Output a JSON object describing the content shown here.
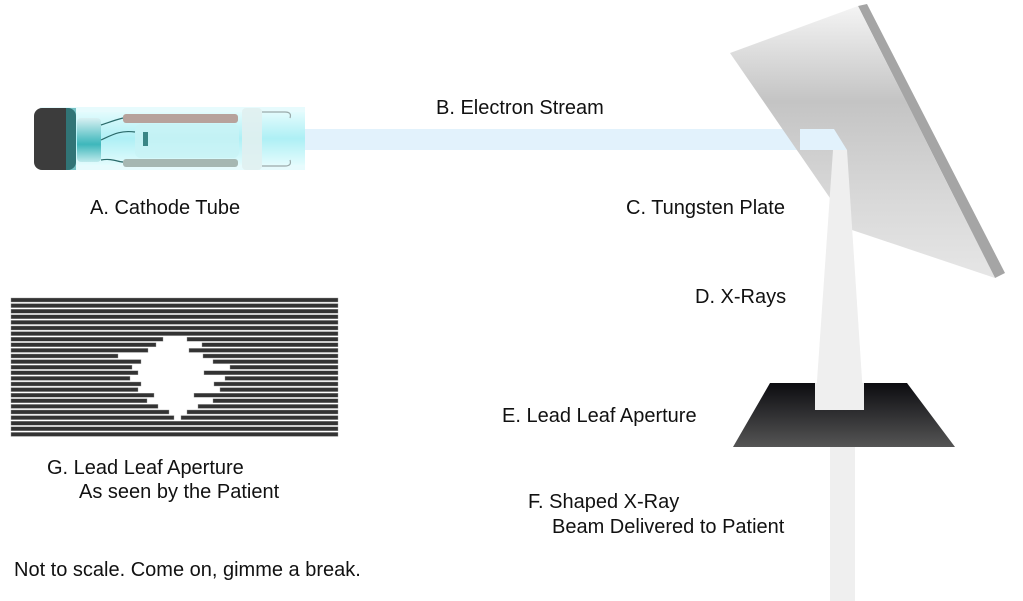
{
  "labels": {
    "cathode_tube": "A. Cathode Tube",
    "electron_stream": "B. Electron Stream",
    "tungsten_plate": "C. Tungsten Plate",
    "x_rays": "D. X-Rays",
    "lead_leaf_aperture": "E. Lead Leaf Aperture",
    "shaped_beam_line1": "F. Shaped X-Ray",
    "shaped_beam_line2": "Beam Delivered to Patient",
    "patient_view_line1": "G. Lead Leaf Aperture",
    "patient_view_line2": "As seen by the Patient",
    "note": "Not to scale.  Come on, gimme a break."
  },
  "colors": {
    "electron_beam": "#e2f2fc",
    "xray_beam": "#efefef",
    "lead": "#333333",
    "tube_glow": "#7fe6ee"
  }
}
